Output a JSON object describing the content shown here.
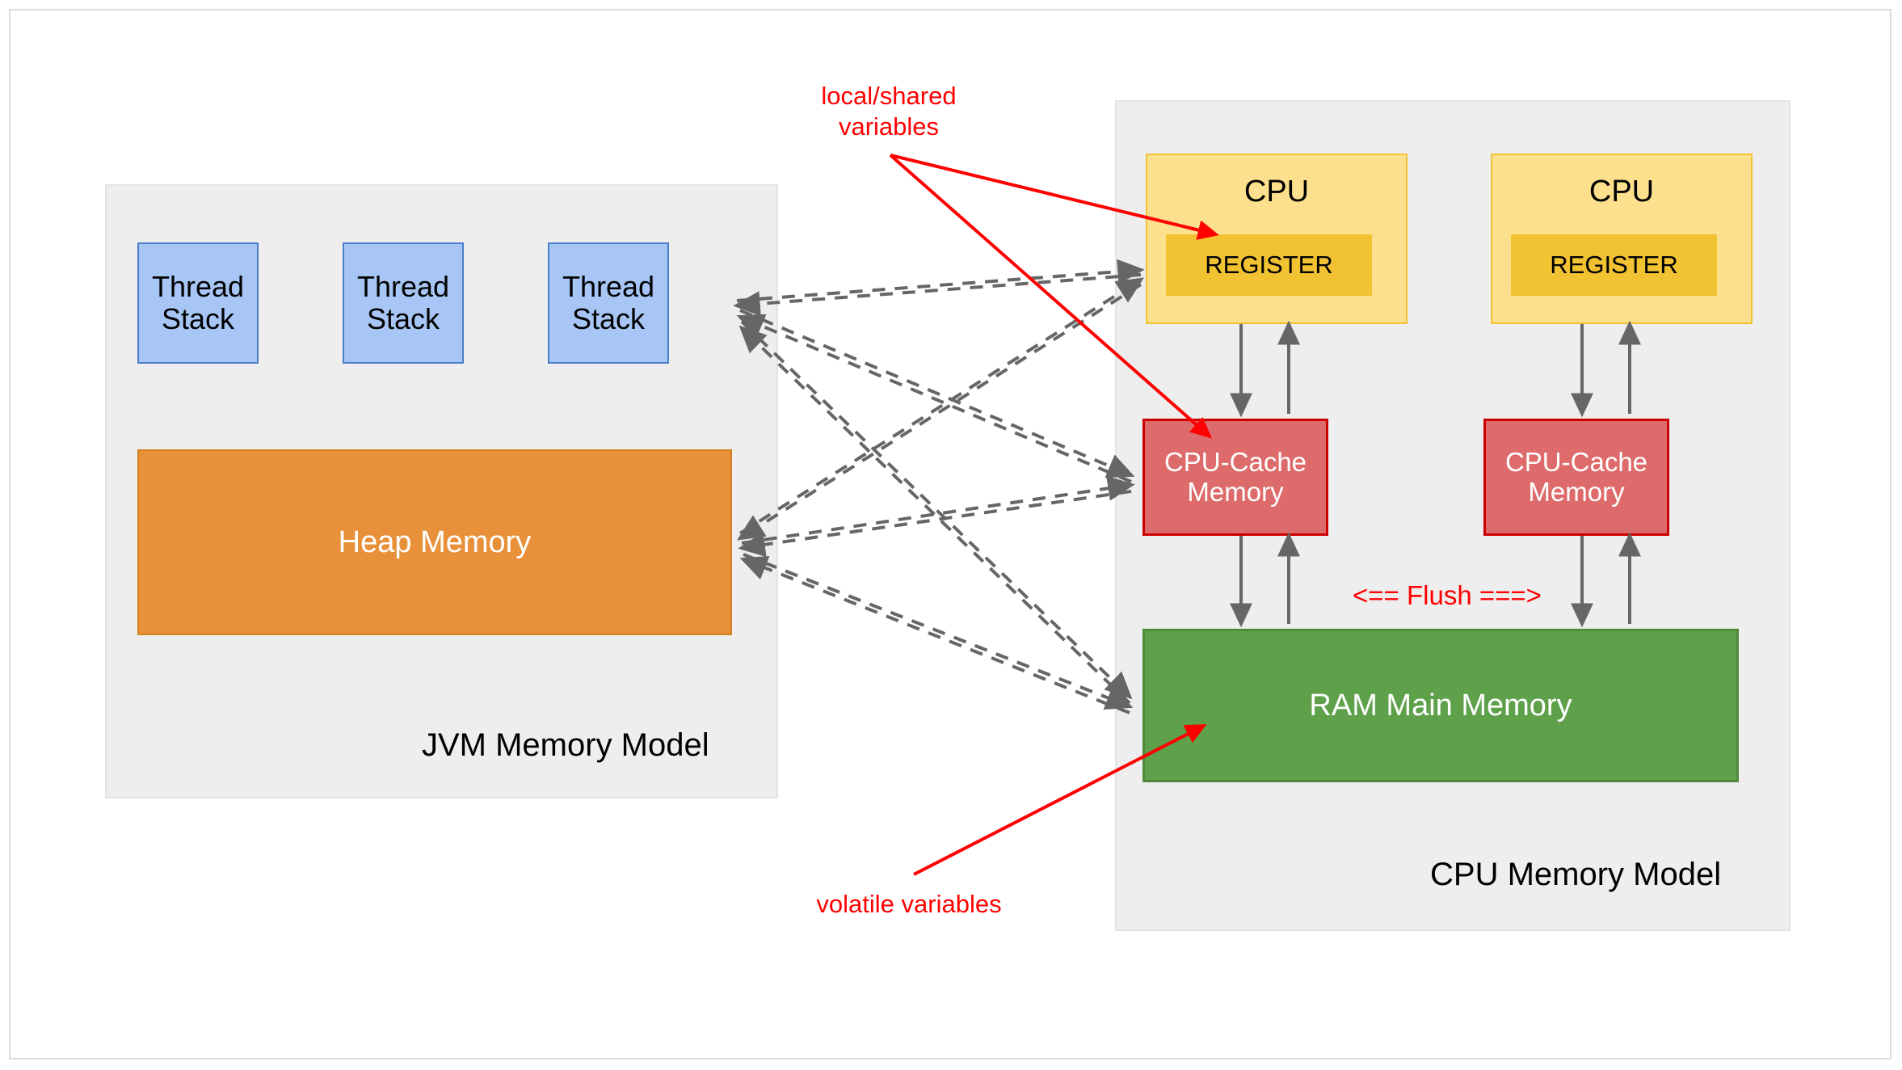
{
  "diagram": {
    "title_left": "JVM Memory Model",
    "title_right": "CPU Memory Model"
  },
  "jvm_panel": {
    "label": "JVM Memory Model",
    "thread_stacks": [
      {
        "label": "Thread\nStack"
      },
      {
        "label": "Thread\nStack"
      },
      {
        "label": "Thread\nStack"
      }
    ],
    "heap": {
      "label": "Heap Memory"
    }
  },
  "cpu_panel": {
    "label": "CPU Memory Model",
    "cores": [
      {
        "cpu_label": "CPU",
        "register_label": "REGISTER",
        "cache_label": "CPU-Cache\nMemory"
      },
      {
        "cpu_label": "CPU",
        "register_label": "REGISTER",
        "cache_label": "CPU-Cache\nMemory"
      }
    ],
    "ram": {
      "label": "RAM Main Memory"
    },
    "flush_label": "<== Flush ===>"
  },
  "annotations": {
    "local_shared": "local/shared\nvariables",
    "volatile": "volatile variables"
  },
  "colors": {
    "panel_bg": "#eeeeee",
    "thread_stack_fill": "#a7c6f5",
    "thread_stack_stroke": "#4a7ec9",
    "heap_fill": "#e8913a",
    "heap_stroke": "#d4821f",
    "cpu_fill": "#fde08d",
    "cpu_stroke": "#f1c232",
    "register_fill": "#f1c232",
    "cache_fill": "#de6b6b",
    "cache_stroke": "#cc0000",
    "ram_fill": "#5fa14a",
    "ram_stroke": "#4f8a3c",
    "annotation_red": "#ff0000",
    "connector_gray": "#666666"
  }
}
